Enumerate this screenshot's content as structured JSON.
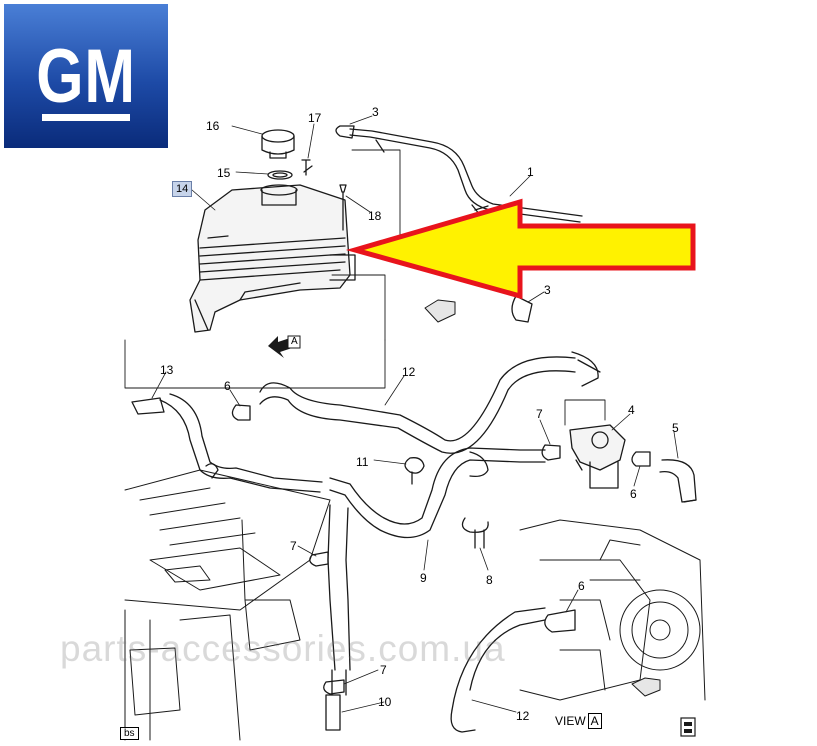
{
  "brand": {
    "logo_text": "GM",
    "logo_color_top": "#3a6cc4",
    "logo_color_bottom": "#0a2b7a"
  },
  "callouts": {
    "c1": "1",
    "c3a": "3",
    "c3b": "3",
    "c4": "4",
    "c5": "5",
    "c6a": "6",
    "c6b": "6",
    "c6c": "6",
    "c7a": "7",
    "c7b": "7",
    "c7c": "7",
    "c8": "8",
    "c9": "9",
    "c10": "10",
    "c11": "11",
    "c12a": "12",
    "c12b": "12",
    "c13": "13",
    "c14": "14",
    "c15": "15",
    "c16": "16",
    "c17": "17",
    "c18": "18"
  },
  "view": {
    "label": "VIEW",
    "letter": "A"
  },
  "direction_marker": "A",
  "watermark": "parts-accessories.com.ua",
  "footer_code": "bs",
  "highlight": {
    "arrow_fill": "#fff200",
    "arrow_stroke": "#e8141c"
  }
}
